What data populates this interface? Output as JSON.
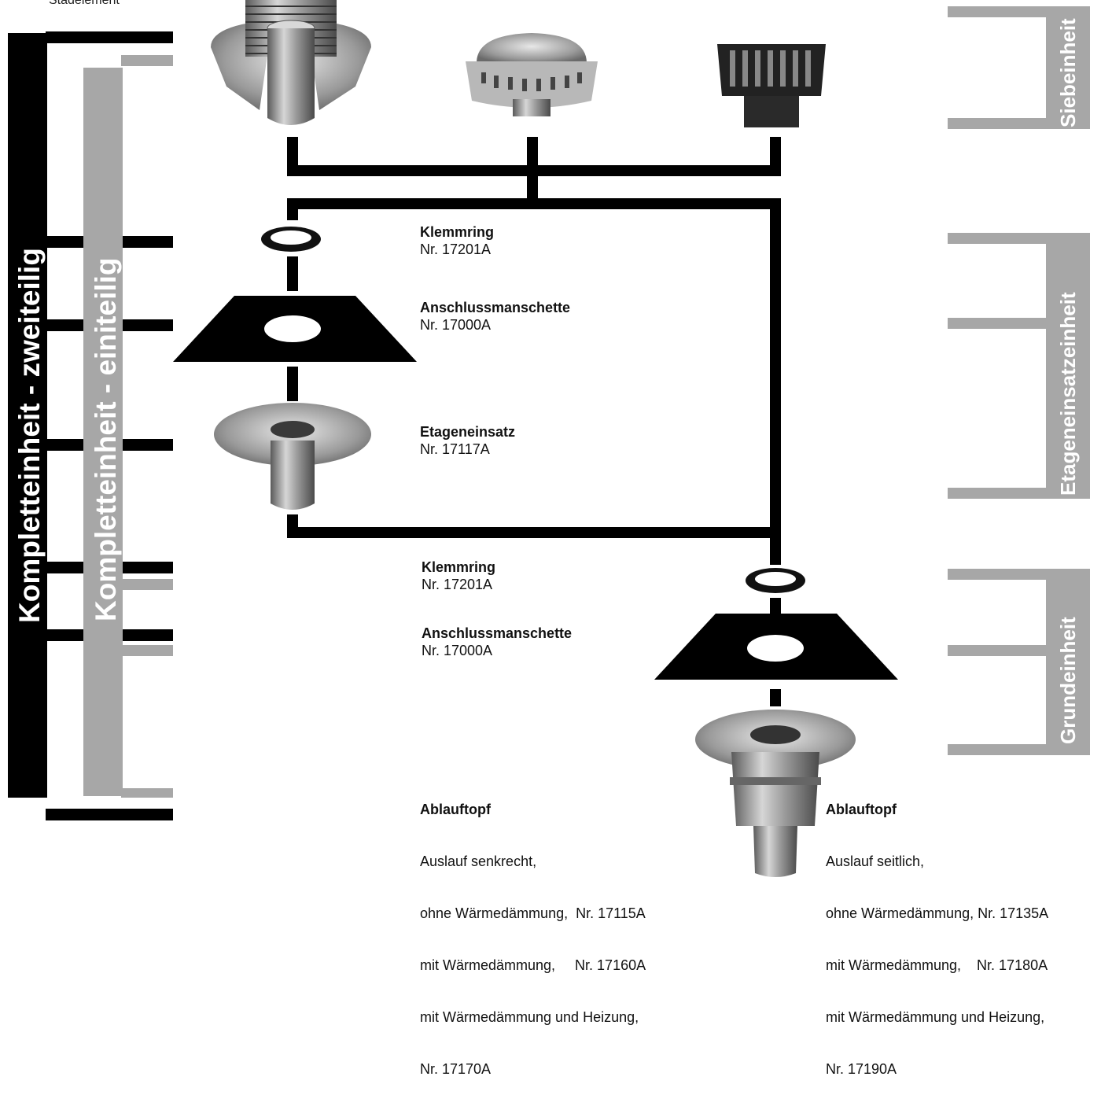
{
  "caption": "Stadelement",
  "left_labels": {
    "zweiteilig": "Kompletteinheit - zweiteilig",
    "einteilig": "Kompletteinheit - einiteilig"
  },
  "right_labels": {
    "siebeinheit": "Siebeinheit",
    "etageneinsatzeinheit": "Etageneinsatzeinheit",
    "grundeinheit": "Grundeinheit"
  },
  "parts": {
    "klemmring_upper": {
      "title": "Klemmring",
      "nr": "Nr. 17201A"
    },
    "anschluss_upper": {
      "title": "Anschlussmanschette",
      "nr": "Nr. 17000A"
    },
    "etageneinsatz": {
      "title": "Etageneinsatz",
      "nr": "Nr. 17117A"
    },
    "klemmring_lower": {
      "title": "Klemmring",
      "nr": "Nr. 17201A"
    },
    "anschluss_lower": {
      "title": "Anschlussmanschette",
      "nr": "Nr. 17000A"
    },
    "ablauf_senkrecht": {
      "title": "Ablauftopf",
      "lines": [
        "Auslauf senkrecht,",
        "ohne Wärmedämmung,  Nr. 17115A",
        "mit Wärmedämmung,     Nr. 17160A",
        "mit Wärmedämmung und Heizung,",
        "Nr. 17170A"
      ]
    },
    "ablauf_seitlich": {
      "title": "Ablauftopf",
      "lines": [
        "Auslauf seitlich,",
        "ohne Wärmedämmung, Nr. 17135A",
        "mit Wärmedämmung,    Nr. 17180A",
        "mit Wärmedämmung und Heizung,",
        "Nr. 17190A"
      ]
    }
  },
  "colors": {
    "black": "#000000",
    "grey": "#a7a7a7",
    "metal": "#9a9a9a"
  }
}
